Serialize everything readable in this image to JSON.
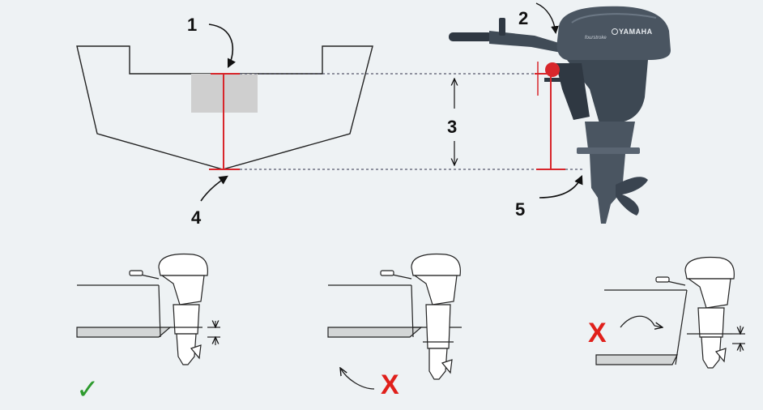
{
  "labels": {
    "transom_top": "1",
    "tiller_bracket": "2",
    "transom_height": "3",
    "keel_bottom": "4",
    "anti_cavitation_plate": "5"
  },
  "brand": {
    "name": "YAMAHA",
    "model": "fourstroke"
  },
  "examples": [
    {
      "id": "correct",
      "mark": "✓",
      "icon": "check-icon",
      "color": "#2e9b2e"
    },
    {
      "id": "too-low",
      "mark": "X",
      "icon": "cross-icon",
      "color": "#e0201b"
    },
    {
      "id": "too-high",
      "mark": "X",
      "icon": "cross-icon",
      "color": "#e0201b"
    }
  ],
  "colors": {
    "background": "#eef2f4",
    "outline": "#222222",
    "measure": "#d8262b",
    "engine": "#4a5561",
    "engine_dark": "#2f3842",
    "block": "#cfcfcf",
    "hull_fill": "#d3d6d6"
  }
}
